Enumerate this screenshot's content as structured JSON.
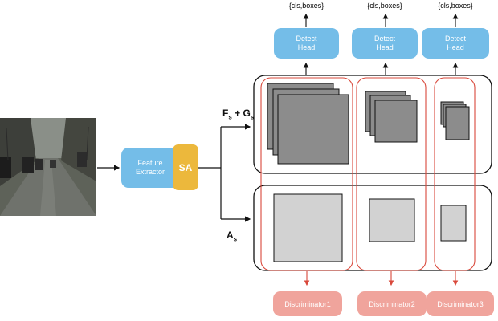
{
  "feature_extractor": {
    "label": "Feature Extractor"
  },
  "sa_module": {
    "label": "SA"
  },
  "features_label": {
    "f": "F",
    "f_sub": "s",
    "plus": " + ",
    "g": "G",
    "g_sub": "s"
  },
  "attention_label": {
    "a": "A",
    "a_sub": "s"
  },
  "detect_heads": [
    {
      "label": "Detect Head",
      "output": "{cls,boxes}"
    },
    {
      "label": "Detect Head",
      "output": "{cls,boxes}"
    },
    {
      "label": "Detect Head",
      "output": "{cls,boxes}"
    }
  ],
  "discriminators": [
    {
      "label": "Discriminator1"
    },
    {
      "label": "Discriminator2"
    },
    {
      "label": "Discriminator3"
    }
  ],
  "colors": {
    "detect_head": "#74bde8",
    "discriminator": "#f0a49c",
    "sa": "#ecb83c",
    "scale_outline": "#d9483b",
    "feature_map": "#8c8c8c",
    "attention_map": "#d2d2d2"
  }
}
